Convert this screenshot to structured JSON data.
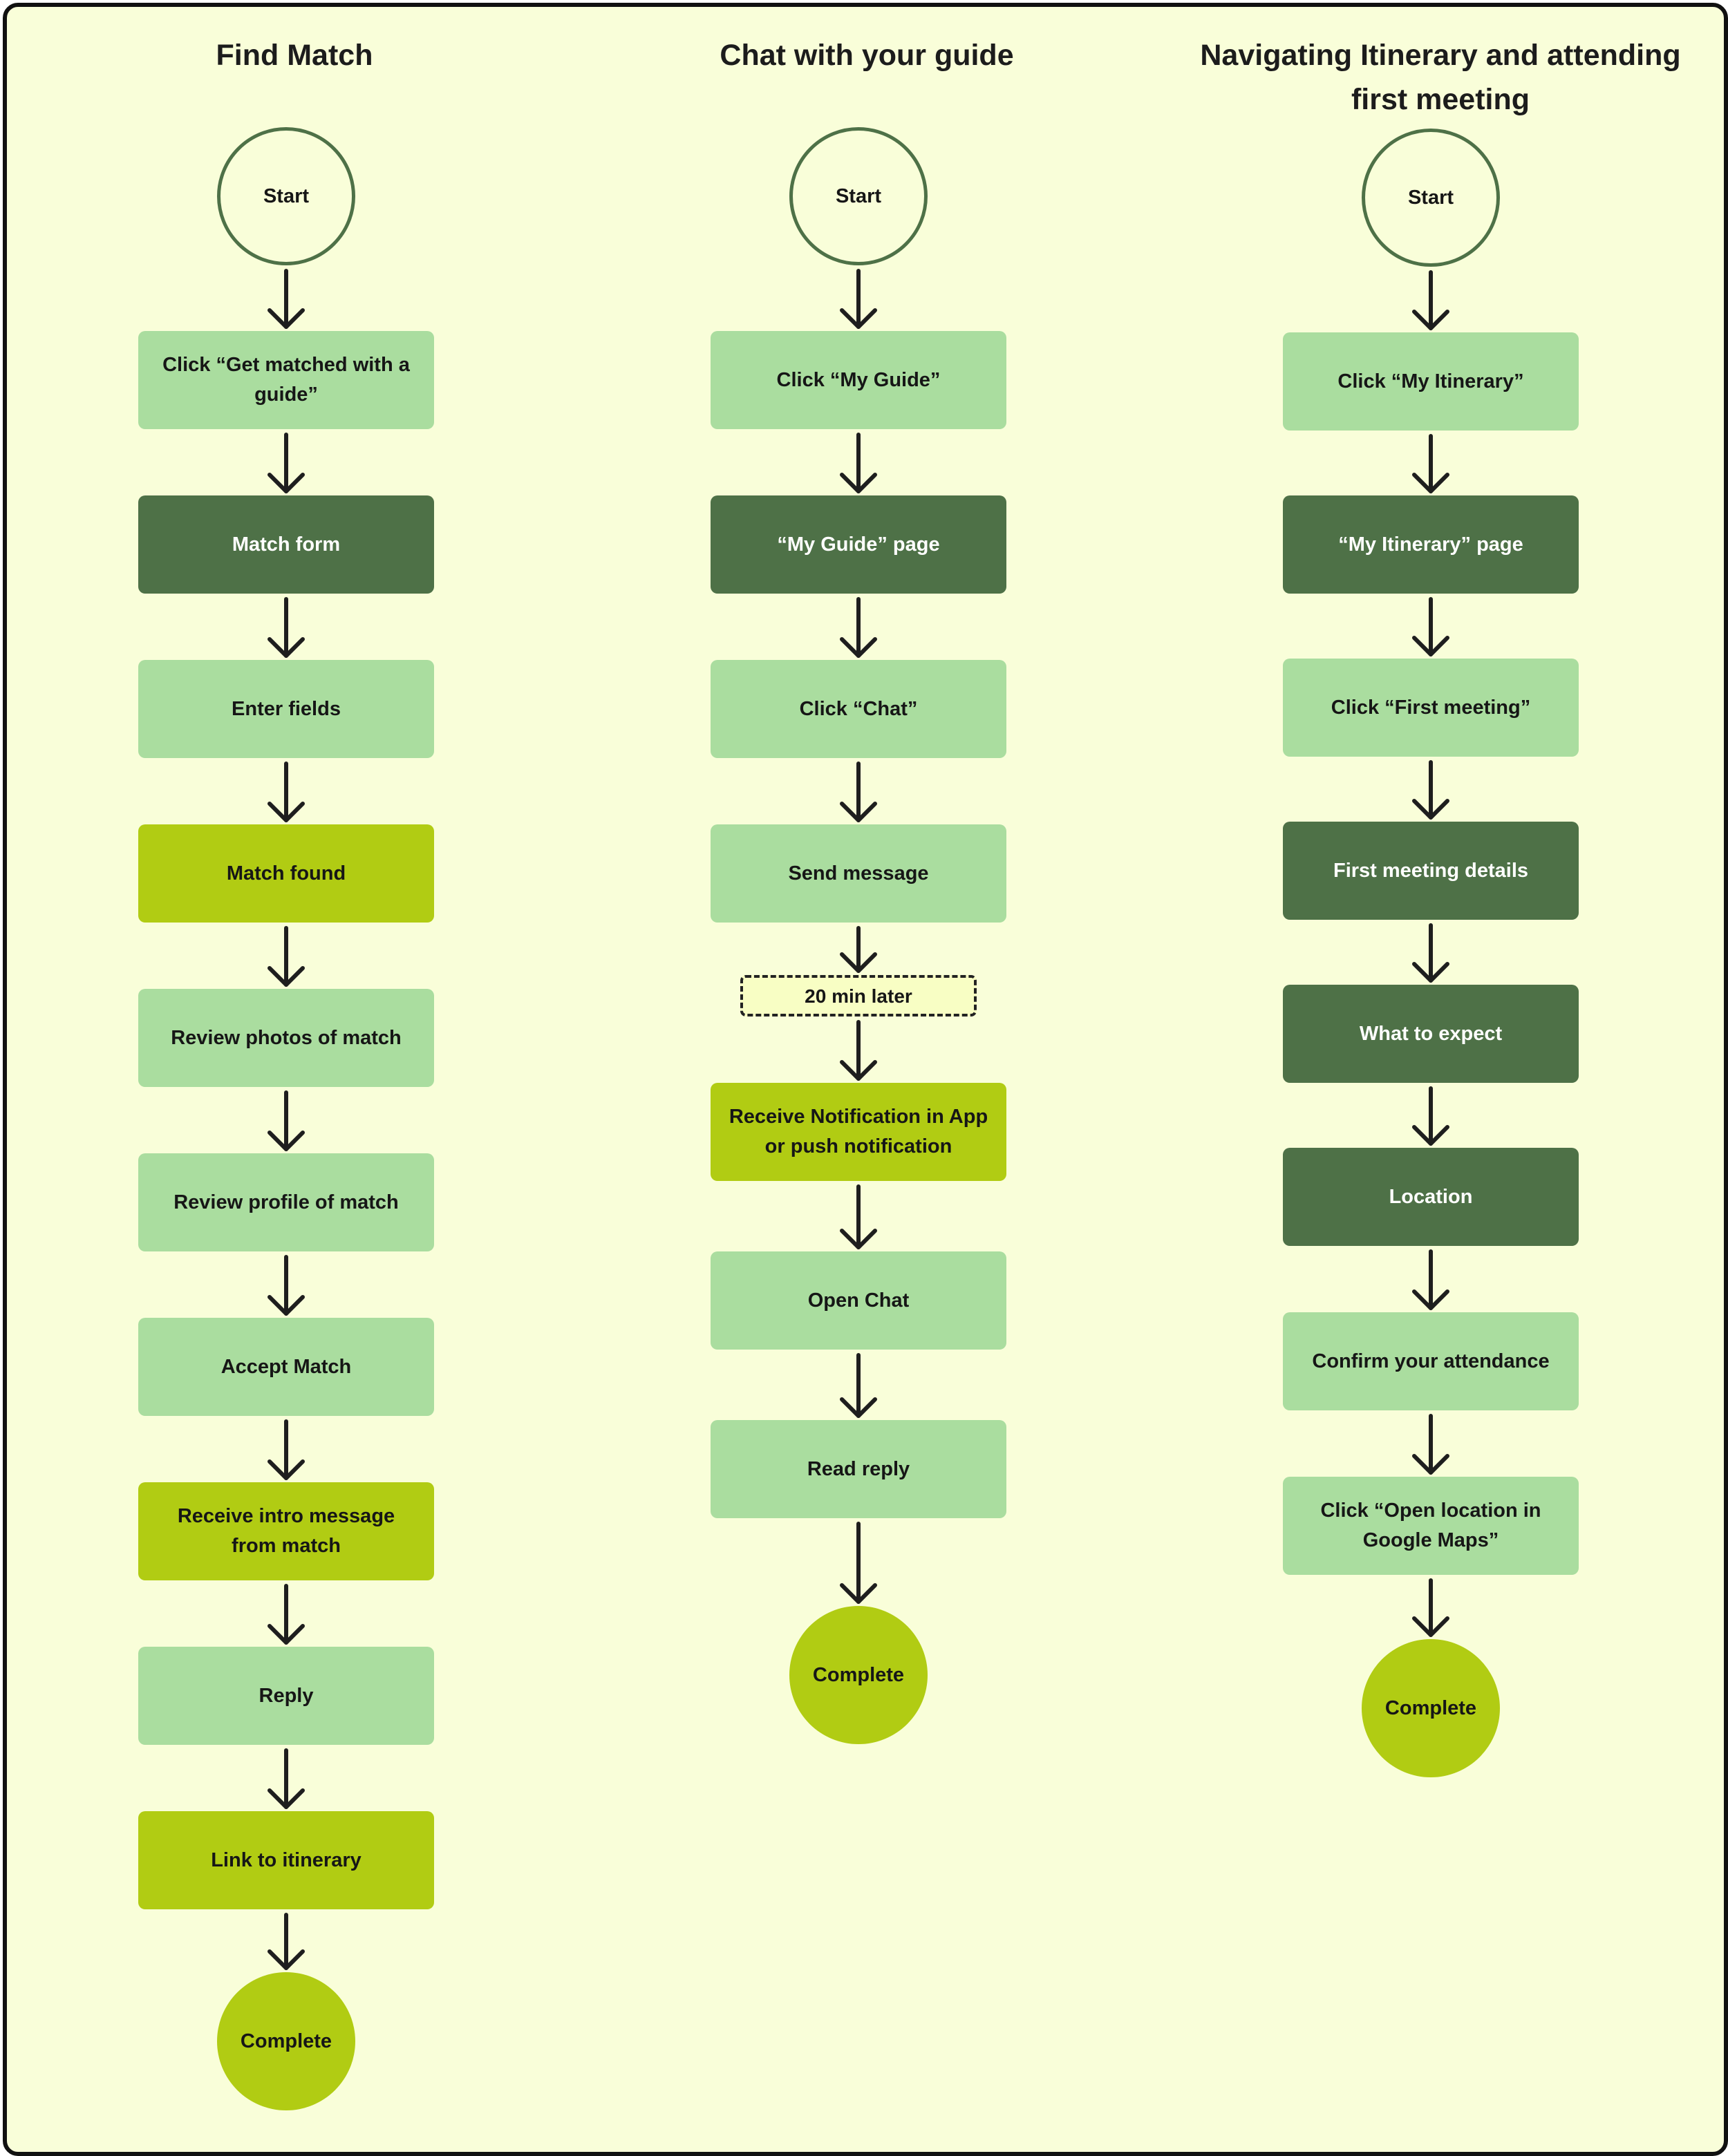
{
  "columns": [
    {
      "title": "Find Match",
      "nodes": [
        {
          "label": "Start",
          "kind": "start"
        },
        {
          "label": "Click “Get matched with a guide”",
          "kind": "light"
        },
        {
          "label": "Match form",
          "kind": "dark"
        },
        {
          "label": "Enter fields",
          "kind": "light"
        },
        {
          "label": "Match found",
          "kind": "lime"
        },
        {
          "label": "Review photos of match",
          "kind": "light"
        },
        {
          "label": "Review profile of match",
          "kind": "light"
        },
        {
          "label": "Accept Match",
          "kind": "light"
        },
        {
          "label": "Receive intro message from match",
          "kind": "lime"
        },
        {
          "label": "Reply",
          "kind": "light"
        },
        {
          "label": "Link to itinerary",
          "kind": "lime"
        },
        {
          "label": "Complete",
          "kind": "end"
        }
      ]
    },
    {
      "title": "Chat with your guide",
      "nodes": [
        {
          "label": "Start",
          "kind": "start"
        },
        {
          "label": "Click “My Guide”",
          "kind": "light"
        },
        {
          "label": "“My Guide” page",
          "kind": "dark"
        },
        {
          "label": "Click “Chat”",
          "kind": "light"
        },
        {
          "label": "Send message",
          "kind": "light"
        },
        {
          "label": "20 min later",
          "kind": "delay"
        },
        {
          "label": "Receive Notification in App or push notification",
          "kind": "lime"
        },
        {
          "label": "Open Chat",
          "kind": "light"
        },
        {
          "label": "Read reply",
          "kind": "light"
        },
        {
          "label": "Complete",
          "kind": "end"
        }
      ]
    },
    {
      "title": "Navigating Itinerary and attending first meeting",
      "nodes": [
        {
          "label": "Start",
          "kind": "start"
        },
        {
          "label": "Click “My Itinerary”",
          "kind": "light"
        },
        {
          "label": "“My Itinerary” page",
          "kind": "dark"
        },
        {
          "label": "Click “First meeting”",
          "kind": "light"
        },
        {
          "label": "First meeting details",
          "kind": "dark"
        },
        {
          "label": "What to expect",
          "kind": "dark"
        },
        {
          "label": "Location",
          "kind": "dark"
        },
        {
          "label": "Confirm your attendance",
          "kind": "light"
        },
        {
          "label": "Click “Open location in Google Maps”",
          "kind": "light"
        },
        {
          "label": "Complete",
          "kind": "end"
        }
      ]
    }
  ]
}
